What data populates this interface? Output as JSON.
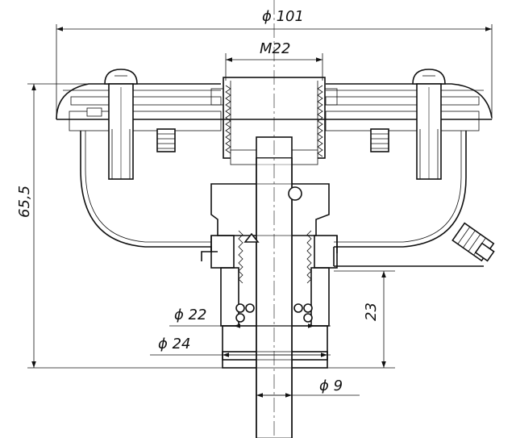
{
  "drawing": {
    "dimensions": {
      "outer_diameter": "ϕ 101",
      "thread": "M22",
      "height": "65,5",
      "offset": "23",
      "diameter_22": "ϕ 22",
      "diameter_24": "ϕ 24",
      "diameter_9": "ϕ 9"
    }
  }
}
